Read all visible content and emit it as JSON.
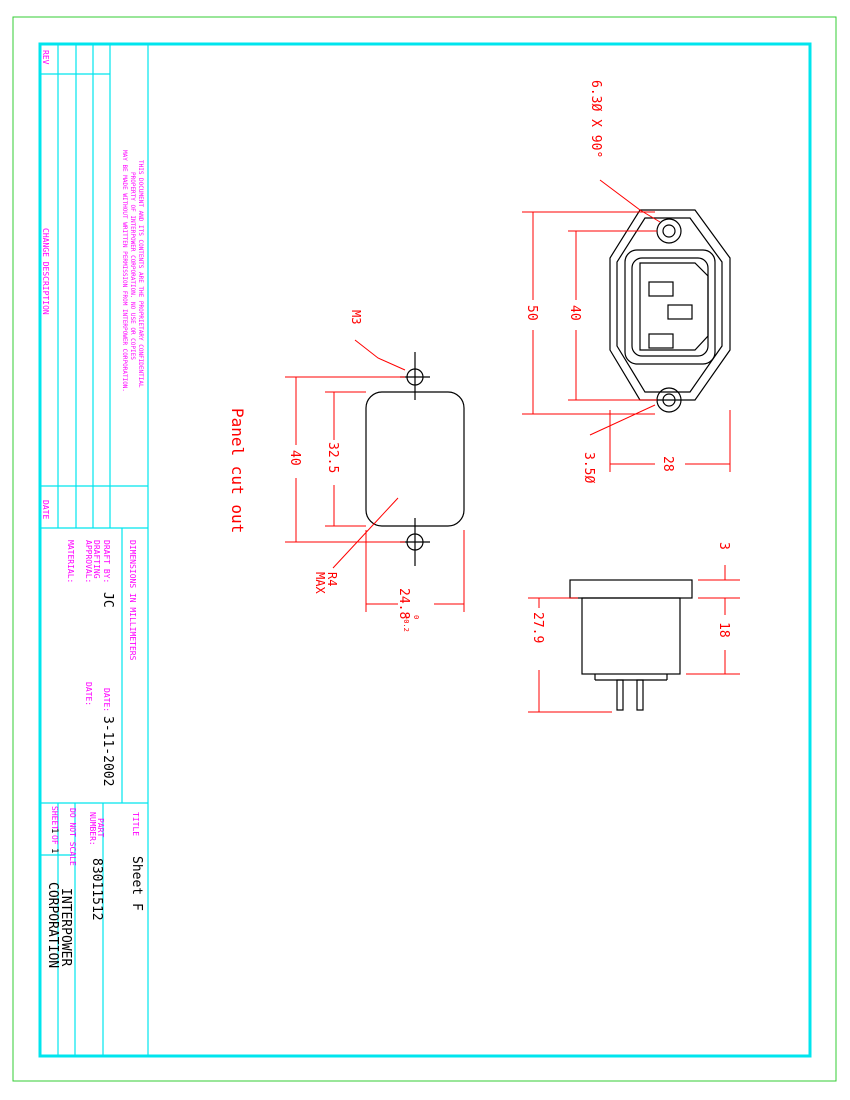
{
  "title_block": {
    "rev_label": "REV",
    "change_description_label": "CHANGE DESCRIPTION",
    "date_label": "DATE",
    "proprietary_line1": "THIS DOCUMENT AND ITS CONTENTS ARE THE PROPRIETARY CONFIDENTIAL",
    "proprietary_line2": "PROPERTY OF INTERPOWER CORPORATION. NO USE OR COPIES",
    "proprietary_line3": "MAY BE MADE WITHOUT WRITTEN PERMISSION FROM INTERPOWER CORPORATION.",
    "dimensions_note": "DIMENSIONS IN MILLIMETERS",
    "draft_by_label": "DRAFT BY:",
    "draft_by_value": "JC",
    "date_label2": "DATE:",
    "date_value": "3-11-2002",
    "drafting_label": "DRAFTING",
    "approval_label": "APPROVAL:",
    "approval_date_label": "DATE:",
    "material_label": "MATERIAL:",
    "title_label": "TITLE",
    "title_value": "Sheet F",
    "part_label": "PART",
    "number_label": "NUMBER:",
    "part_number": "83011512",
    "do_not_scale": "DO NOT SCALE",
    "sheet_label": "SHEET",
    "sheet_value": "1",
    "sheet_of": "OF",
    "sheet_total": "1",
    "company_line1": "INTERPOWER",
    "company_line2": "CORPORATION"
  },
  "drawing": {
    "chamfer_callout": "6.3Ø X 90°",
    "hole_callout": "3.5Ø",
    "dim_50": "50",
    "dim_40_front": "40",
    "dim_28": "28",
    "cutout_thread": "M3",
    "dim_32_5": "32.5",
    "dim_40_cutout": "40",
    "dim_24_8": "24.8",
    "tol_plus": "+0.2",
    "tol_zero": "0",
    "radius_line1": "R4",
    "radius_line2": "MAX",
    "panel_label": "Panel cut out",
    "dim_3": "3",
    "dim_18": "18",
    "dim_27_9": "27.9"
  },
  "colors": {
    "border_outer": "#33cc33",
    "border_inner": "#00e5ee",
    "title_text": "#000000",
    "dimension": "#ff0000",
    "note": "#ff00ff",
    "outline": "#000000"
  }
}
